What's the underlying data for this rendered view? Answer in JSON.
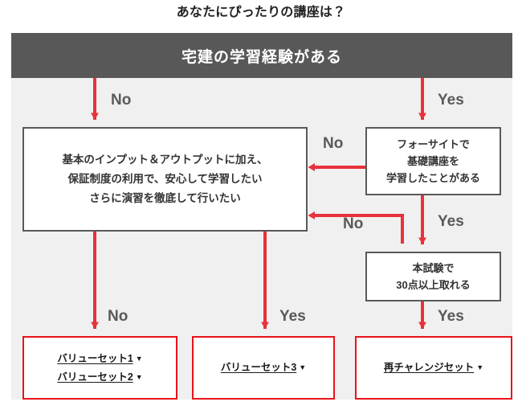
{
  "title": "あなたにぴったりの講座は？",
  "colors": {
    "canvas_background": "#f0f0f0",
    "header_band": "#585858",
    "arrow_red": "#e8313a",
    "result_border_red": "#e8131a",
    "node_border": "#595959",
    "label_gray": "#595959",
    "title_text": "#222222"
  },
  "header": {
    "label": "宅建の学習経験がある"
  },
  "nodes": {
    "left_decision": {
      "text": "基本のインプット＆アウトプットに加え、\n保証制度の利用で、安心して学習したい\nさらに演習を徹底して行いたい"
    },
    "right_top_decision": {
      "text": "フォーサイトで\n基礎講座を\n学習したことがある"
    },
    "right_bottom_decision": {
      "text": "本試験で\n30点以上取れる"
    }
  },
  "results": [
    {
      "name": "value-set-1-2",
      "links": [
        {
          "label": "バリューセット1",
          "caret": "▼"
        },
        {
          "label": "バリューセット2",
          "caret": "▼"
        }
      ]
    },
    {
      "name": "value-set-3",
      "links": [
        {
          "label": "バリューセット3",
          "caret": "▼"
        }
      ]
    },
    {
      "name": "re-challenge-set",
      "links": [
        {
          "label": "再チャレンジセット",
          "caret": "▼"
        }
      ]
    }
  ],
  "edge_labels": {
    "header_to_left_no": "No",
    "header_to_right_yes": "Yes",
    "right_top_to_left_no": "No",
    "right_bottom_to_left_no": "No",
    "right_top_to_right_bottom_yes": "Yes",
    "left_to_result1_no": "No",
    "left_to_result2_yes": "Yes",
    "right_bottom_to_result3_yes": "Yes"
  },
  "chart_data": {
    "type": "diagram",
    "title": "あなたにぴったりの講座は？",
    "nodes": [
      {
        "id": "start",
        "label": "宅建の学習経験がある",
        "shape": "banner"
      },
      {
        "id": "q_left",
        "label": "基本のインプット＆アウトプットに加え、保証制度の利用で、安心して学習したい さらに演習を徹底して行いたい",
        "shape": "box"
      },
      {
        "id": "q_r1",
        "label": "フォーサイトで基礎講座を学習したことがある",
        "shape": "box"
      },
      {
        "id": "q_r2",
        "label": "本試験で30点以上取れる",
        "shape": "box"
      },
      {
        "id": "res1",
        "label": "バリューセット1 / バリューセット2",
        "shape": "result"
      },
      {
        "id": "res2",
        "label": "バリューセット3",
        "shape": "result"
      },
      {
        "id": "res3",
        "label": "再チャレンジセット",
        "shape": "result"
      }
    ],
    "edges": [
      {
        "from": "start",
        "to": "q_left",
        "label": "No"
      },
      {
        "from": "start",
        "to": "q_r1",
        "label": "Yes"
      },
      {
        "from": "q_r1",
        "to": "q_left",
        "label": "No"
      },
      {
        "from": "q_r1",
        "to": "q_r2",
        "label": "Yes"
      },
      {
        "from": "q_r2",
        "to": "q_left",
        "label": "No"
      },
      {
        "from": "q_left",
        "to": "res1",
        "label": "No"
      },
      {
        "from": "q_left",
        "to": "res2",
        "label": "Yes"
      },
      {
        "from": "q_r2",
        "to": "res3",
        "label": "Yes"
      }
    ]
  }
}
